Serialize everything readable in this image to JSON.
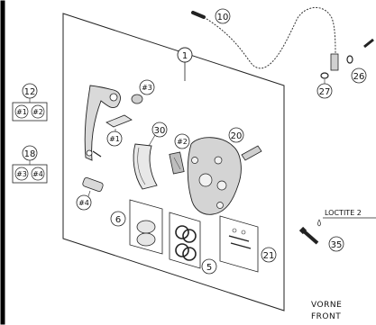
{
  "callouts": {
    "c1": "1",
    "c3": "#3",
    "c1b": "#1",
    "c2": "#2",
    "c30": "30",
    "c20": "20",
    "c4": "#4",
    "c6": "6",
    "c5": "5",
    "c21": "21",
    "c10": "10",
    "c26": "26",
    "c27": "27",
    "c35": "35",
    "c12": "12",
    "c18": "18"
  },
  "kits": {
    "k12": [
      "#1",
      "#2"
    ],
    "k18": [
      "#3",
      "#4"
    ]
  },
  "loctite": "LOCTITE 2",
  "direction": [
    "VORNE",
    "FRONT"
  ]
}
